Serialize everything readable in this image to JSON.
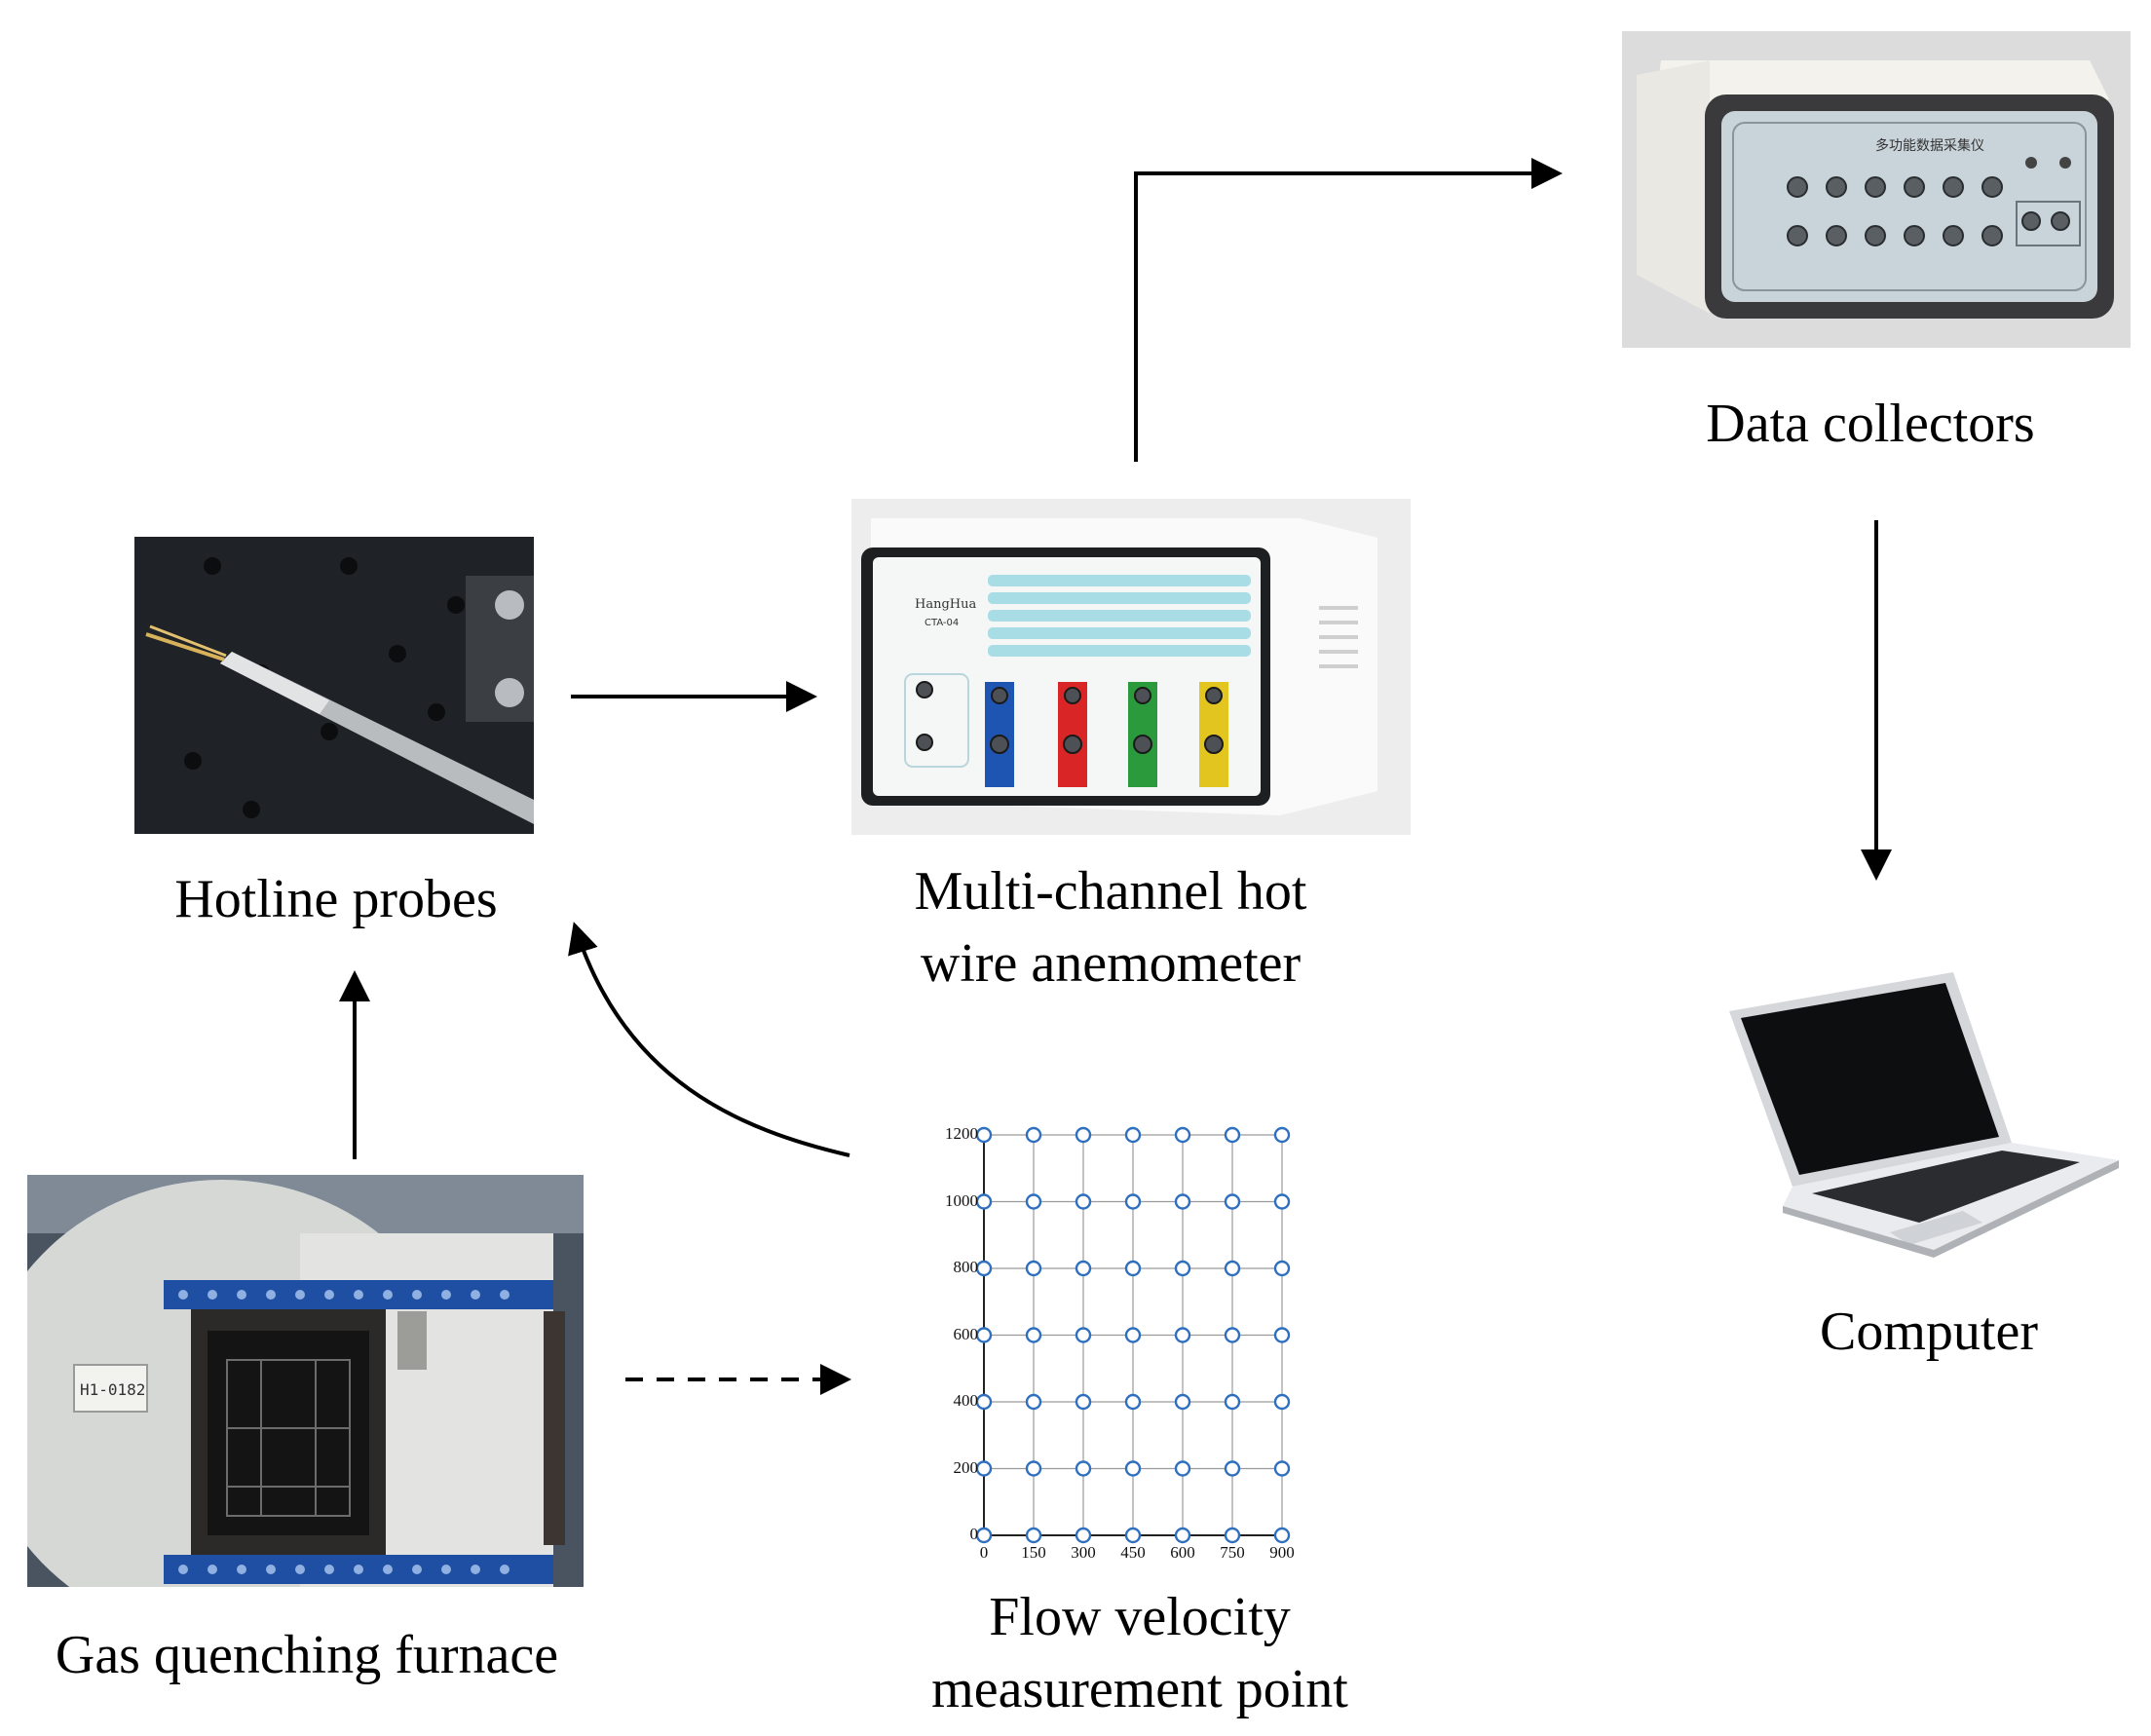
{
  "nodes": {
    "data_collectors": {
      "label": "Data collectors",
      "icon": "data-acquisition-device-photo"
    },
    "hotline_probes": {
      "label": "Hotline probes",
      "icon": "hot-wire-probe-photo"
    },
    "anemometer": {
      "label_line1": "Multi-channel hot",
      "label_line2": "wire anemometer",
      "icon": "hot-wire-anemometer-photo",
      "brand": "HangHua",
      "model": "CTA-04"
    },
    "computer": {
      "label": "Computer",
      "icon": "laptop-icon"
    },
    "furnace": {
      "label": "Gas quenching furnace",
      "icon": "furnace-photo",
      "plate": "H1-0182"
    },
    "measurement": {
      "label_line1": "Flow velocity",
      "label_line2": "measurement point"
    }
  },
  "chart_data": {
    "type": "scatter",
    "x_ticks": [
      0,
      150,
      300,
      450,
      600,
      750,
      900
    ],
    "y_ticks": [
      0,
      200,
      400,
      600,
      800,
      1000,
      1200
    ],
    "xlim": [
      0,
      900
    ],
    "ylim": [
      0,
      1200
    ],
    "x": [
      0,
      150,
      300,
      450,
      600,
      750,
      900
    ],
    "y": [
      0,
      200,
      400,
      600,
      800,
      1000,
      1200
    ],
    "grid": true,
    "marker": "circle-open",
    "marker_color": "#2f6fbf"
  },
  "colors": {
    "arrow": "#000000",
    "grid_marker": "#2f6fbf"
  }
}
